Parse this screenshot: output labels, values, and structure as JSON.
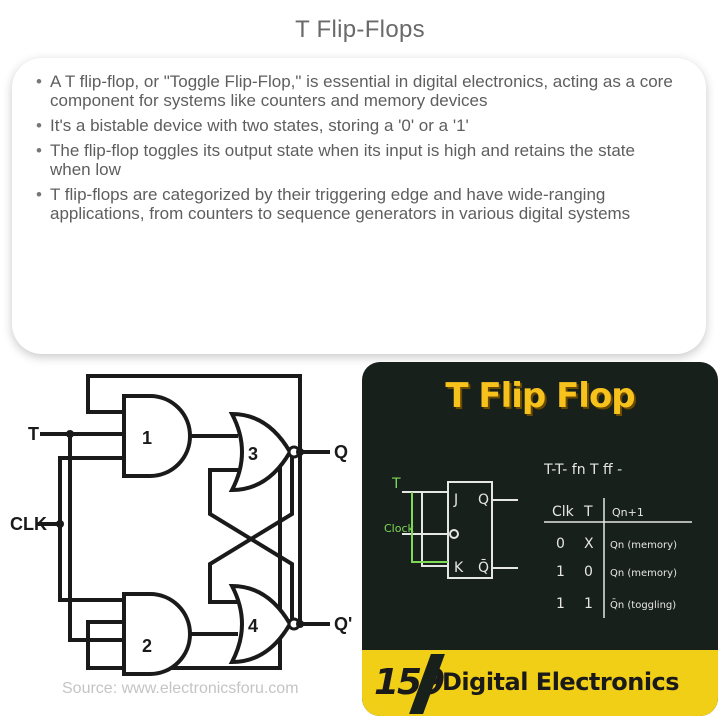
{
  "title": "T Flip-Flops",
  "bullets": [
    "A T flip-flop, or \"Toggle Flip-Flop,\" is essential in digital electronics, acting as a core component for systems like counters and memory devices",
    "It's a bistable device with two states, storing a '0' or a '1'",
    "The flip-flop toggles its output state when its input is high and retains the state when low",
    "T flip-flops are categorized by their triggering edge and have wide-ranging applications, from counters to sequence generators in various digital systems"
  ],
  "circuit": {
    "input_t": "T",
    "input_clk": "CLK",
    "output_q": "Q",
    "output_q_bar": "Q'",
    "gate_labels": [
      "1",
      "2",
      "3",
      "4"
    ],
    "source": "Source: www.electronicsforu.com"
  },
  "board": {
    "title": "T Flip Flop",
    "heading": "T-T- fn T ff -",
    "box_labels": {
      "t": "T",
      "clk": "Clock",
      "j": "J",
      "k": "K",
      "q": "Q",
      "q_bar": "Q̄"
    },
    "table": {
      "headers": [
        "Clk",
        "T",
        "Qn+1"
      ],
      "rows": [
        [
          "0",
          "X",
          "Qn (memory)"
        ],
        [
          "1",
          "0",
          "Qn (memory)"
        ],
        [
          "1",
          "1",
          "Q̄n (toggling)"
        ]
      ]
    },
    "episode": "159",
    "series": "Digital Electronics"
  },
  "colors": {
    "board_bg": "#18201c",
    "board_title": "#f7c21c",
    "chalk_green": "#7fd957",
    "banner": "#f1cf17"
  }
}
